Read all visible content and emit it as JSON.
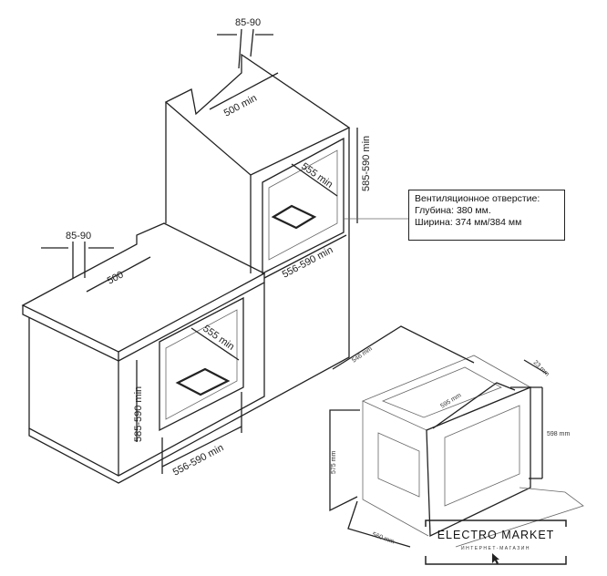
{
  "tall_cabinet": {
    "gap_top": "85-90",
    "depth": "500 min",
    "niche_depth": "555 min",
    "niche_height": "585-590 min",
    "niche_width": "556-590 min"
  },
  "base_cabinet": {
    "gap_top": "85-90",
    "depth": "500",
    "niche_depth": "555 min",
    "niche_height": "585-590 min",
    "niche_width": "556-590 min"
  },
  "ventilation": {
    "title": "Вентиляционное отверстие:",
    "depth": "Глубина: 380 мм.",
    "width": "Ширина: 374 мм/384 мм"
  },
  "oven": {
    "depth": "546 mm",
    "width": "595 mm",
    "door": "23 mm",
    "height": "598 mm",
    "side_height": "575 mm",
    "bottom_depth": "560 mm"
  },
  "logo": {
    "title": "ELECTRO MARKET",
    "subtitle": "ИНТЕРНЕТ-МАГАЗИН"
  }
}
